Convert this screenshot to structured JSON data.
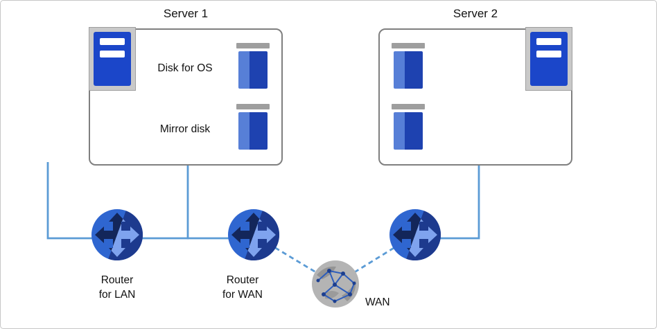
{
  "servers": [
    {
      "title": "Server 1",
      "disk_labels": [
        "Disk for OS",
        "Mirror disk"
      ]
    },
    {
      "title": "Server 2"
    }
  ],
  "routers": {
    "lan": {
      "label": [
        "Router",
        "for LAN"
      ]
    },
    "wan": {
      "label": [
        "Router",
        "for WAN"
      ]
    }
  },
  "wan_cloud": {
    "label": "WAN"
  },
  "icons": {
    "server": "server-tower-icon",
    "disk": "disk-icon",
    "router": "router-globe-arrows-icon",
    "wan": "wan-globe-network-icon"
  },
  "colors": {
    "connector_blue": "#5b9bd5",
    "box_border_gray": "#7f7f7f",
    "server_blue": "#1b46c9",
    "disk_blue_light": "#577fd7",
    "disk_blue_dark": "#1e42b0",
    "router_blue_light": "#2f66d0",
    "router_blue_dark": "#1d3a8e",
    "globe_gray": "#b4b4b4"
  }
}
